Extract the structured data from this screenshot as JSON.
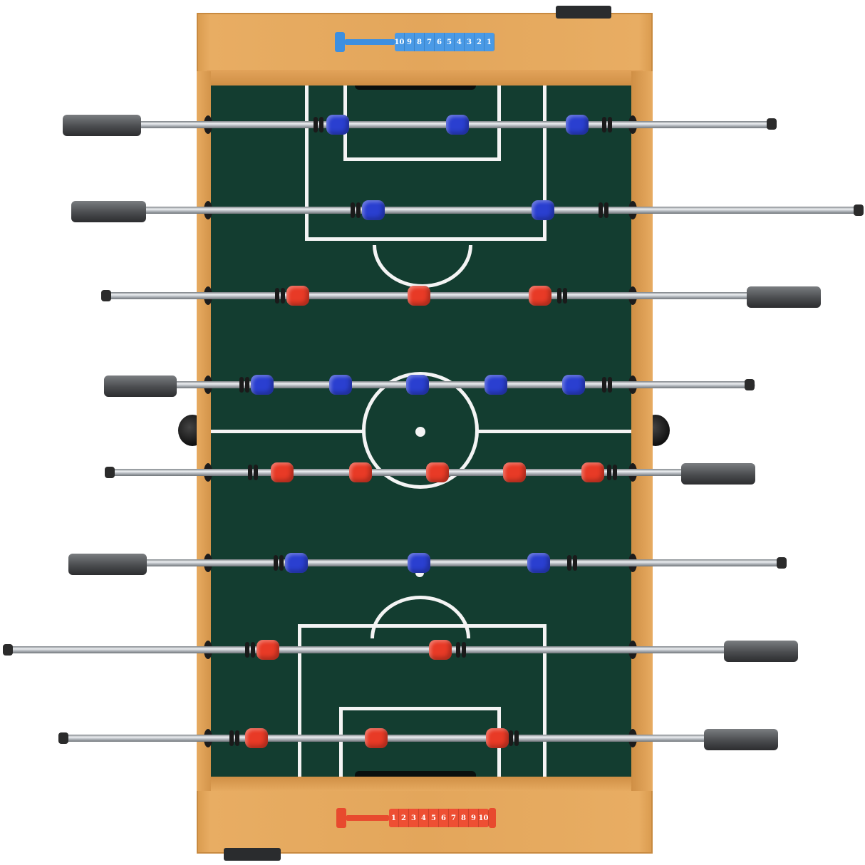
{
  "image": {
    "subject": "Foosball table (top view)",
    "colors": {
      "wood": "#e3a65b",
      "field": "#133d30",
      "lines": "#f4f4f4",
      "team_blue": "#2a3fd0",
      "team_red": "#e83a26",
      "handle": "#4a4c4f",
      "rod": "#c9ced3"
    }
  },
  "score_counters": {
    "top": {
      "team": "blue",
      "color": "#3d8fe0",
      "numbers": [
        "10",
        "9",
        "8",
        "7",
        "6",
        "5",
        "4",
        "3",
        "2",
        "1"
      ]
    },
    "bottom": {
      "team": "red",
      "color": "#e84a2e",
      "numbers": [
        "1",
        "2",
        "3",
        "4",
        "5",
        "6",
        "7",
        "8",
        "9",
        "10"
      ]
    }
  },
  "rods": [
    {
      "index": 1,
      "team": "blue",
      "players": 3,
      "handle_side": "left"
    },
    {
      "index": 2,
      "team": "blue",
      "players": 2,
      "handle_side": "left"
    },
    {
      "index": 3,
      "team": "red",
      "players": 3,
      "handle_side": "right"
    },
    {
      "index": 4,
      "team": "blue",
      "players": 5,
      "handle_side": "left"
    },
    {
      "index": 5,
      "team": "red",
      "players": 5,
      "handle_side": "right"
    },
    {
      "index": 6,
      "team": "blue",
      "players": 3,
      "handle_side": "left"
    },
    {
      "index": 7,
      "team": "red",
      "players": 2,
      "handle_side": "right"
    },
    {
      "index": 8,
      "team": "red",
      "players": 3,
      "handle_side": "right"
    }
  ]
}
